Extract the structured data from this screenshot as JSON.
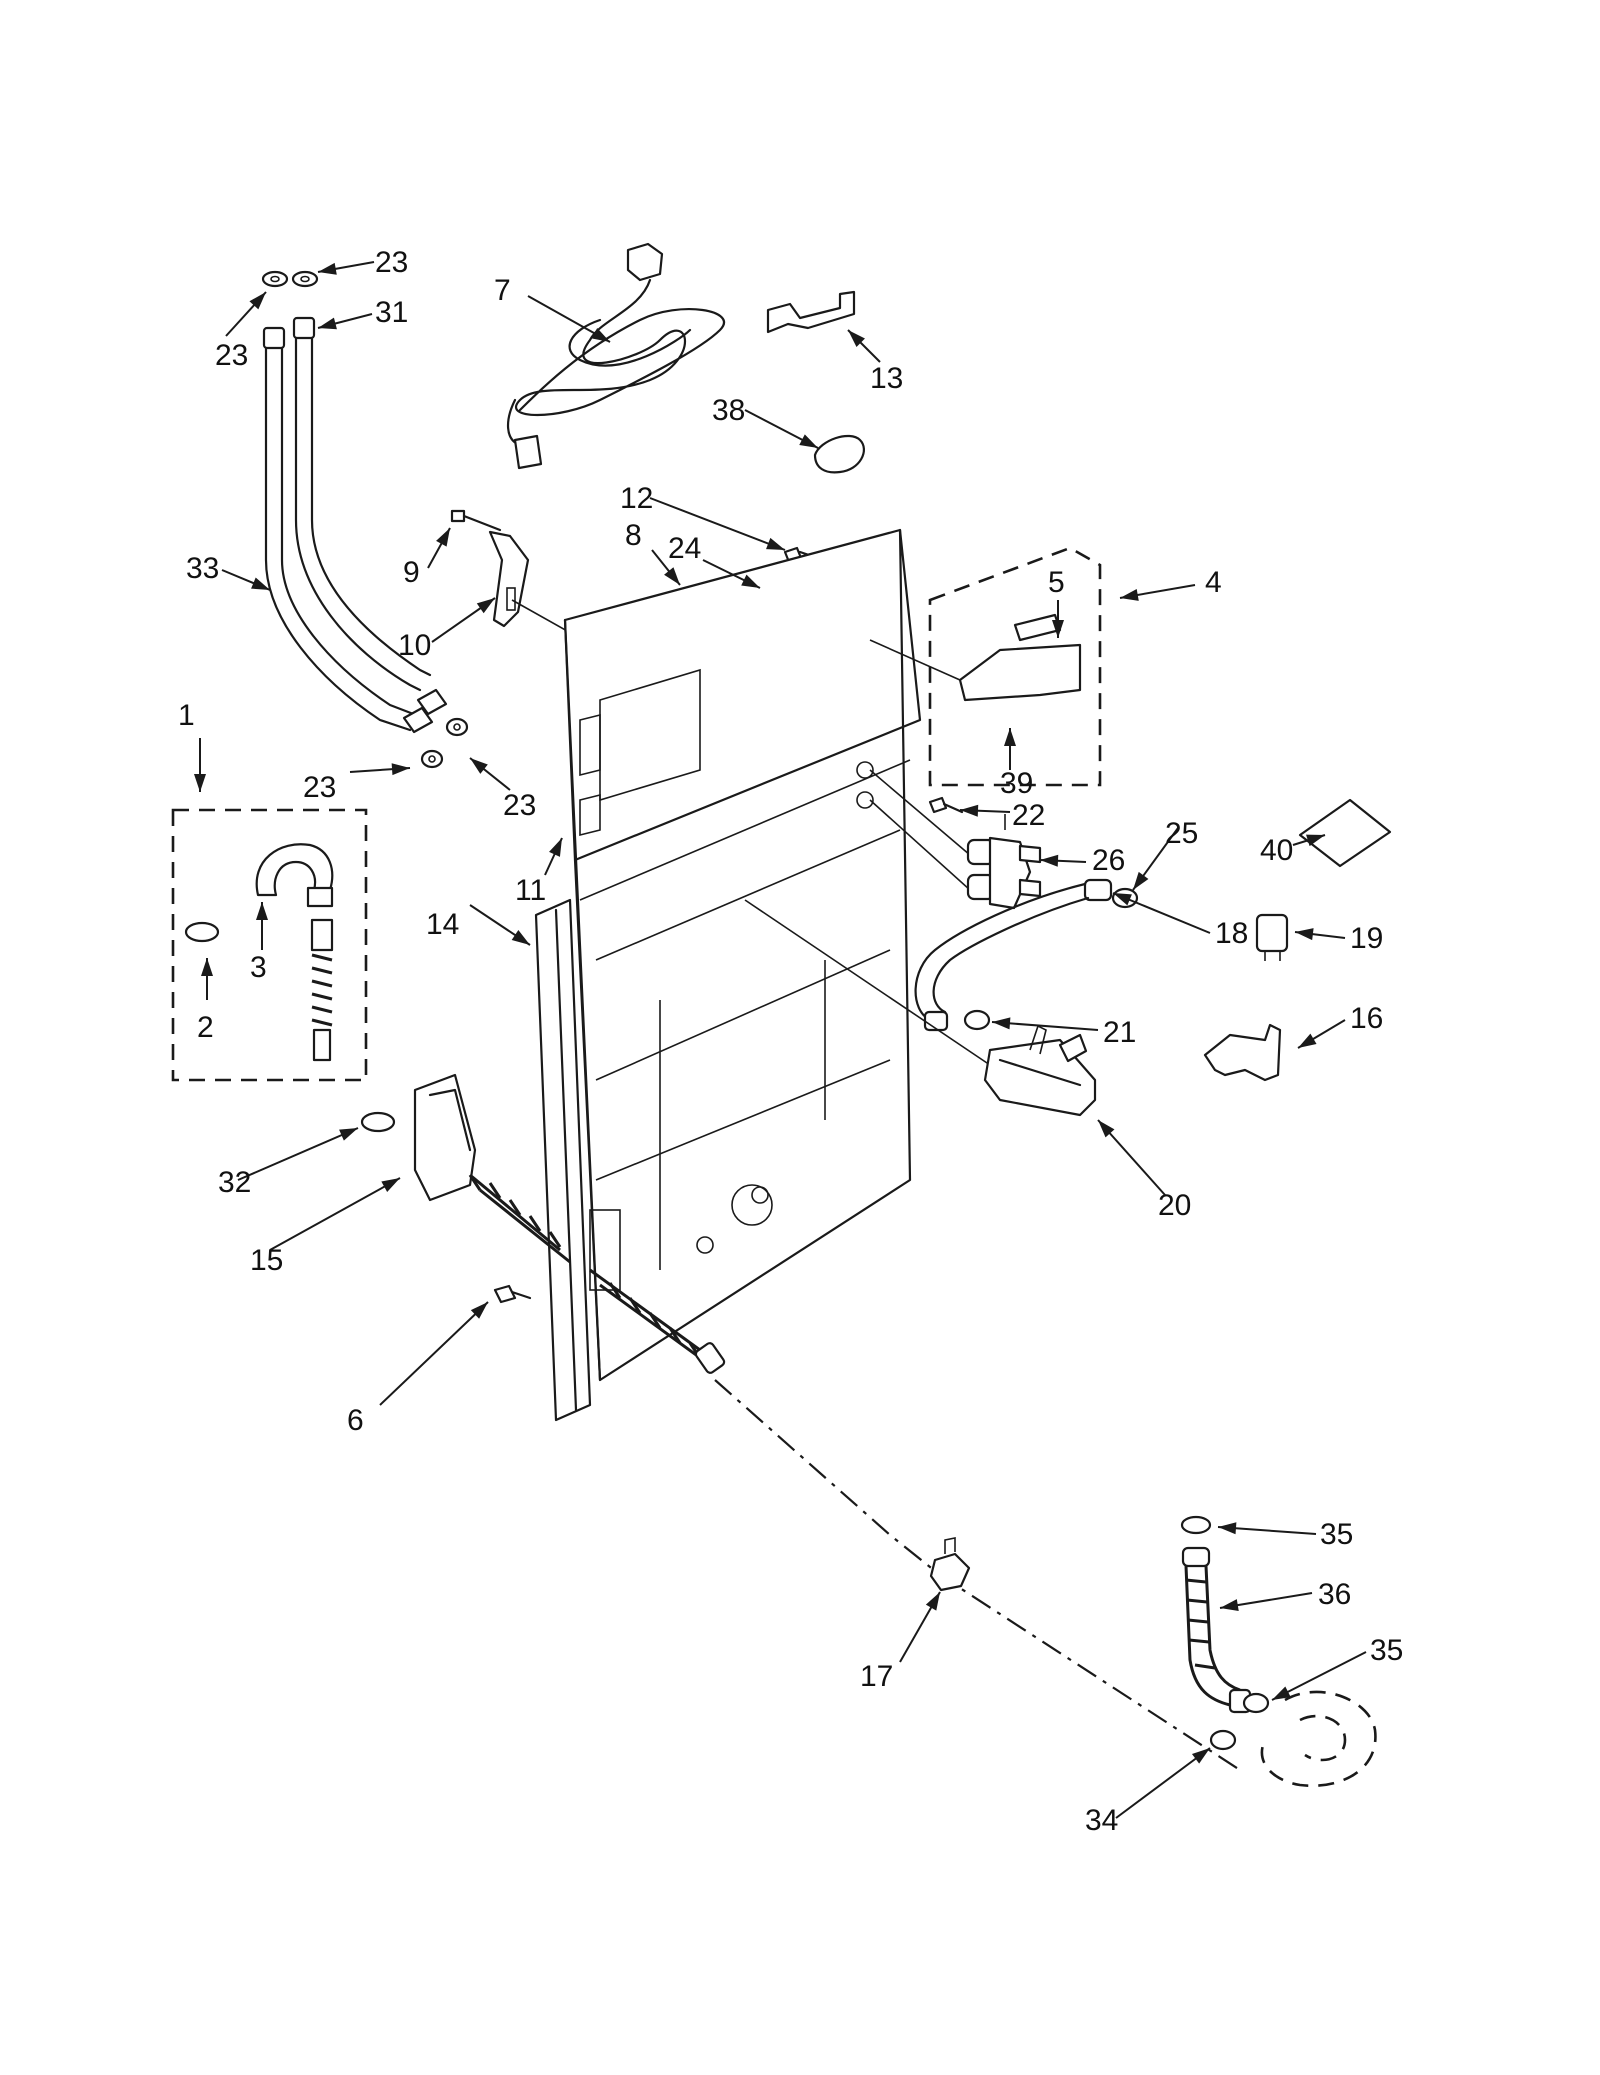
{
  "callouts": [
    {
      "id": "c1",
      "label": "1"
    },
    {
      "id": "c2",
      "label": "2"
    },
    {
      "id": "c3",
      "label": "3"
    },
    {
      "id": "c4",
      "label": "4"
    },
    {
      "id": "c5",
      "label": "5"
    },
    {
      "id": "c6",
      "label": "6"
    },
    {
      "id": "c7",
      "label": "7"
    },
    {
      "id": "c8",
      "label": "8"
    },
    {
      "id": "c9",
      "label": "9"
    },
    {
      "id": "c10",
      "label": "10"
    },
    {
      "id": "c11",
      "label": "11"
    },
    {
      "id": "c12",
      "label": "12"
    },
    {
      "id": "c13",
      "label": "13"
    },
    {
      "id": "c14",
      "label": "14"
    },
    {
      "id": "c15",
      "label": "15"
    },
    {
      "id": "c16",
      "label": "16"
    },
    {
      "id": "c17",
      "label": "17"
    },
    {
      "id": "c18",
      "label": "18"
    },
    {
      "id": "c19",
      "label": "19"
    },
    {
      "id": "c20",
      "label": "20"
    },
    {
      "id": "c21",
      "label": "21"
    },
    {
      "id": "c22",
      "label": "22"
    },
    {
      "id": "c23a",
      "label": "23"
    },
    {
      "id": "c23b",
      "label": "23"
    },
    {
      "id": "c23c",
      "label": "23"
    },
    {
      "id": "c23d",
      "label": "23"
    },
    {
      "id": "c24",
      "label": "24"
    },
    {
      "id": "c25",
      "label": "25"
    },
    {
      "id": "c26",
      "label": "26"
    },
    {
      "id": "c31",
      "label": "31"
    },
    {
      "id": "c32",
      "label": "32"
    },
    {
      "id": "c33",
      "label": "33"
    },
    {
      "id": "c34",
      "label": "34"
    },
    {
      "id": "c35a",
      "label": "35"
    },
    {
      "id": "c35b",
      "label": "35"
    },
    {
      "id": "c36",
      "label": "36"
    },
    {
      "id": "c38",
      "label": "38"
    },
    {
      "id": "c39",
      "label": "39"
    },
    {
      "id": "c40",
      "label": "40"
    }
  ]
}
